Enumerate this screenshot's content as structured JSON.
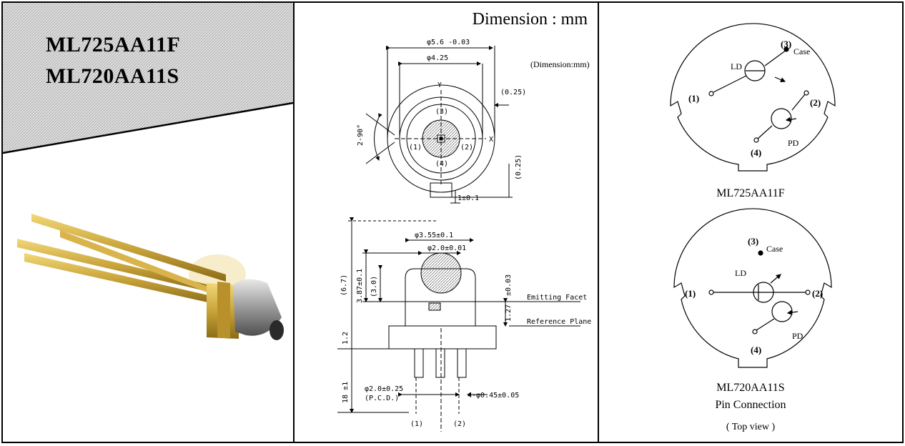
{
  "product": {
    "models": [
      "ML725AA11F",
      "ML720AA11S"
    ]
  },
  "dimension_drawing": {
    "heading": "Dimension : mm",
    "unit_note": "(Dimension:mm)",
    "top_view": {
      "outer_dia": "φ5.6 -0.03",
      "inner_dia": "φ4.25",
      "offset_right": "(0.25)",
      "offset_bottom": "(0.25)",
      "key_width": "1±0.1",
      "angle": "2-90°",
      "axis_x": "X",
      "axis_y": "Y",
      "pins": [
        "(1)",
        "(2)",
        "(3)",
        "(4)"
      ]
    },
    "side_view": {
      "cap_dia": "φ3.55±0.1",
      "window_dia": "φ2.0±0.01",
      "total_height": "(6.7)",
      "height_387": "3.87±0.1",
      "height_30": "(3.0)",
      "facet_tol": "±0.03",
      "facet_height": "1.27",
      "emitting_facet": "Emitting Facet",
      "reference_plane": "Reference Plane",
      "flange": "1.2",
      "lead_length": "18 ±1",
      "pcd": "φ2.0±0.25",
      "pcd_note": "(P.C.D.)",
      "lead_dia": "4-φ0.45±0.05",
      "pins": [
        "(1)",
        "(2)"
      ]
    }
  },
  "pin_connection": {
    "diagram_f": {
      "model": "ML725AA11F",
      "pins": [
        "(1)",
        "(2)",
        "(3)",
        "(4)"
      ],
      "case": "Case",
      "ld": "LD",
      "pd": "PD"
    },
    "diagram_s": {
      "model": "ML720AA11S",
      "pins": [
        "(1)",
        "(2)",
        "(3)",
        "(4)"
      ],
      "case": "Case",
      "ld": "LD",
      "pd": "PD"
    },
    "caption": "Pin Connection",
    "view_note": "( Top view )"
  },
  "colors": {
    "gold": "#c9a43a",
    "hatch_gray": "#d8d8d8",
    "line": "#000000"
  }
}
